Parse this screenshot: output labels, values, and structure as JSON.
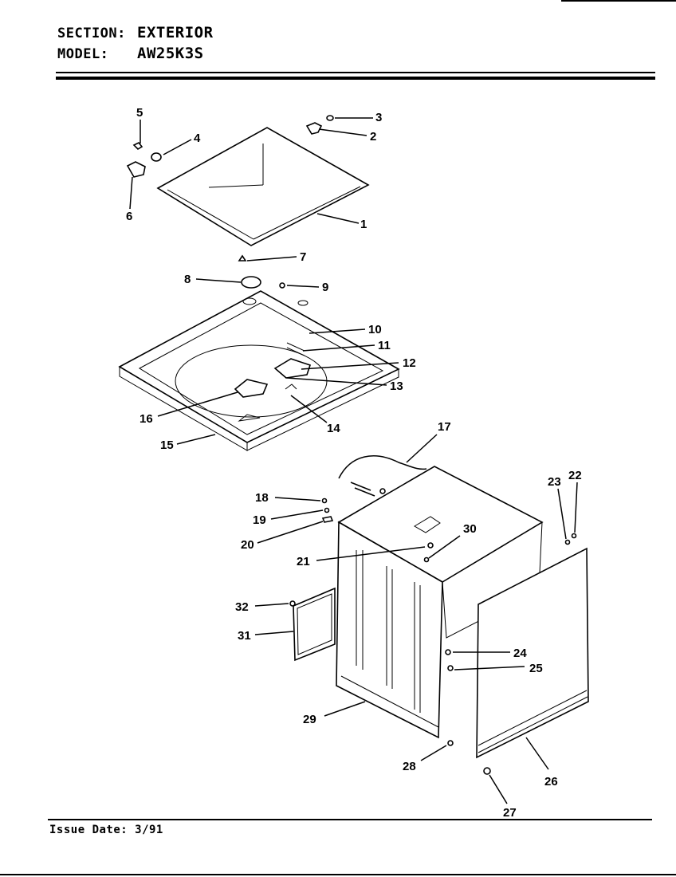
{
  "header": {
    "section_label": "SECTION:",
    "section_value": "EXTERIOR",
    "model_label": "MODEL:",
    "model_value": "AW25K3S"
  },
  "footer": {
    "issue_date": "Issue Date: 3/91"
  },
  "callouts": [
    "1",
    "2",
    "3",
    "4",
    "5",
    "6",
    "7",
    "8",
    "9",
    "10",
    "11",
    "12",
    "13",
    "14",
    "15",
    "16",
    "17",
    "18",
    "19",
    "20",
    "21",
    "22",
    "23",
    "24",
    "25",
    "26",
    "27",
    "28",
    "29",
    "30",
    "31",
    "32"
  ]
}
